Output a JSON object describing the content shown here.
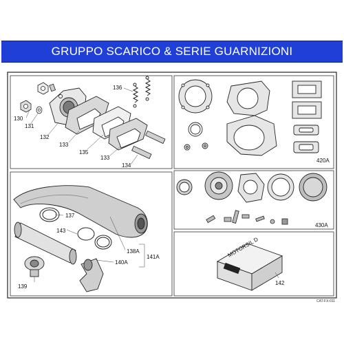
{
  "header": {
    "title": "GRUPPO SCARICO & SERIE GUARNIZIONI"
  },
  "callouts": {
    "c130": "130",
    "c131": "131",
    "c132": "132",
    "c133a": "133",
    "c133b": "133",
    "c134": "134",
    "c135": "135",
    "c136": "136",
    "c420A": "420A",
    "c430A": "430A",
    "c137": "137",
    "c143": "143",
    "c138A": "138A",
    "c141A": "141A",
    "c140A": "140A",
    "c139": "139",
    "c142": "142"
  },
  "box": {
    "brand": "MOTORSIL D"
  },
  "footer": {
    "code": "CAT-FX-011"
  }
}
